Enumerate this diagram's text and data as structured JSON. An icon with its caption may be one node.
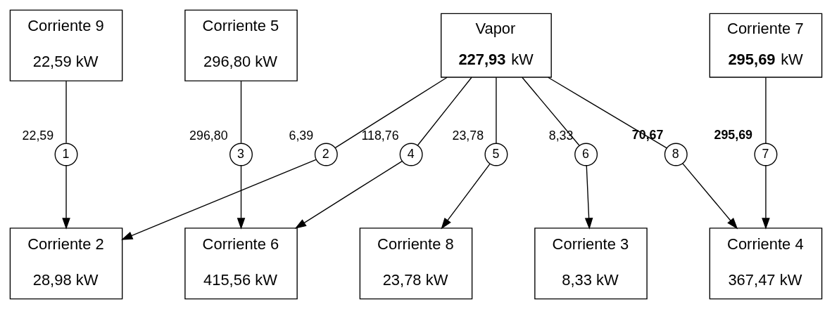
{
  "diagram": {
    "nodes": [
      {
        "text": [
          "Corriente 9",
          "22,59 kW"
        ]
      },
      {
        "text": [
          "Corriente 5",
          "296,80 kW"
        ]
      },
      {
        "text": [
          "Vapor",
          "**227,93** kW"
        ]
      },
      {
        "text": [
          "Corriente 7",
          "**295,69** kW"
        ]
      },
      {
        "text": [
          "1"
        ],
        "beside": [
          "22,59"
        ]
      },
      {
        "text": [
          "2"
        ],
        "beside": [
          "6,39"
        ]
      },
      {
        "text": [
          "3"
        ],
        "beside": [
          "296,80"
        ]
      },
      {
        "text": [
          "4"
        ],
        "beside": [
          "118,76"
        ]
      },
      {
        "text": [
          "5"
        ],
        "beside": [
          "23,78"
        ]
      },
      {
        "text": [
          "6"
        ],
        "beside": [
          "8,33"
        ]
      },
      {
        "text": [
          "7"
        ],
        "beside": [
          "**295,69**"
        ]
      },
      {
        "text": [
          "8"
        ],
        "beside": [
          "**70,67**"
        ]
      },
      {
        "text": [
          "Corriente 2",
          "28,98 kW"
        ]
      },
      {
        "text": [
          "Corriente 6",
          "415,56 kW"
        ]
      },
      {
        "text": [
          "Corriente 8",
          "23,78 kW"
        ]
      },
      {
        "text": [
          "Corriente 3",
          "8,33 kW"
        ]
      },
      {
        "text": [
          "Corriente 4",
          "367,47 kW"
        ]
      }
    ],
    "edges": [
      {
        "from": 0,
        "to": 4,
        "arrow": "none"
      },
      {
        "from": 4,
        "to": 12,
        "arrow": "to"
      },
      {
        "from": 2,
        "to": 5,
        "arrow": "none"
      },
      {
        "from": 5,
        "to": 12,
        "arrow": "to"
      },
      {
        "from": 1,
        "to": 6,
        "arrow": "none"
      },
      {
        "from": 6,
        "to": 13,
        "arrow": "to"
      },
      {
        "from": 2,
        "to": 7,
        "arrow": "none"
      },
      {
        "from": 7,
        "to": 13,
        "arrow": "to"
      },
      {
        "from": 2,
        "to": 8,
        "arrow": "none"
      },
      {
        "from": 8,
        "to": 14,
        "arrow": "to"
      },
      {
        "from": 2,
        "to": 9,
        "arrow": "none"
      },
      {
        "from": 9,
        "to": 15,
        "arrow": "to"
      },
      {
        "from": 3,
        "to": 10,
        "arrow": "none"
      },
      {
        "from": 10,
        "to": 16,
        "arrow": "to"
      },
      {
        "from": 2,
        "to": 11,
        "arrow": "none"
      },
      {
        "from": 11,
        "to": 16,
        "arrow": "to"
      }
    ]
  }
}
